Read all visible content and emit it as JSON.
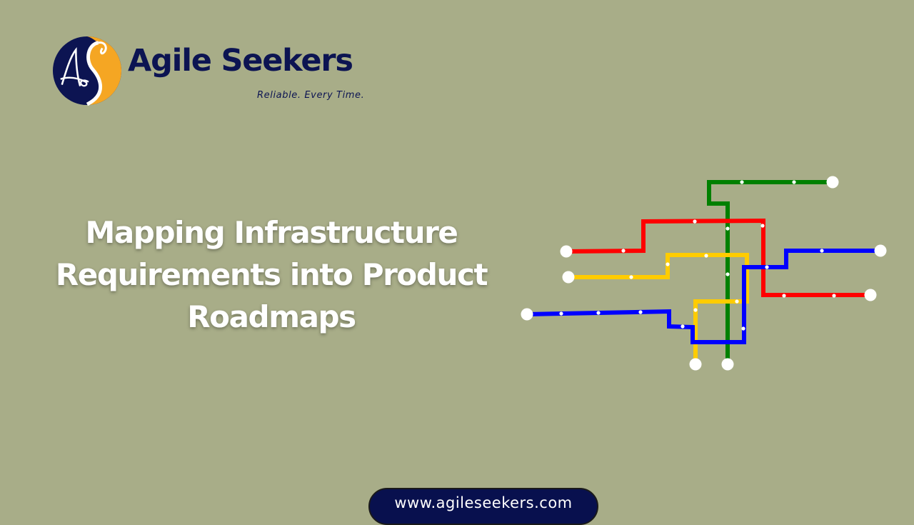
{
  "brand": {
    "name": "Agile Seekers",
    "tagline": "Reliable. Every Time.",
    "logo_icon": "as-swan-monogram-icon",
    "colors": {
      "navy": "#0c1452",
      "orange": "#f5a623",
      "white": "#ffffff"
    }
  },
  "headline": {
    "lines": [
      "Mapping Infrastructure",
      "Requirements into Product",
      "Roadmaps"
    ]
  },
  "footer": {
    "url": "www.agileseekers.com"
  },
  "background_color": "#a8ad88",
  "metro_map": {
    "lines": [
      {
        "name": "green",
        "color": "#008000"
      },
      {
        "name": "red",
        "color": "#ff0000"
      },
      {
        "name": "yellow",
        "color": "#ffcc00"
      },
      {
        "name": "blue",
        "color": "#0000ff"
      }
    ]
  }
}
